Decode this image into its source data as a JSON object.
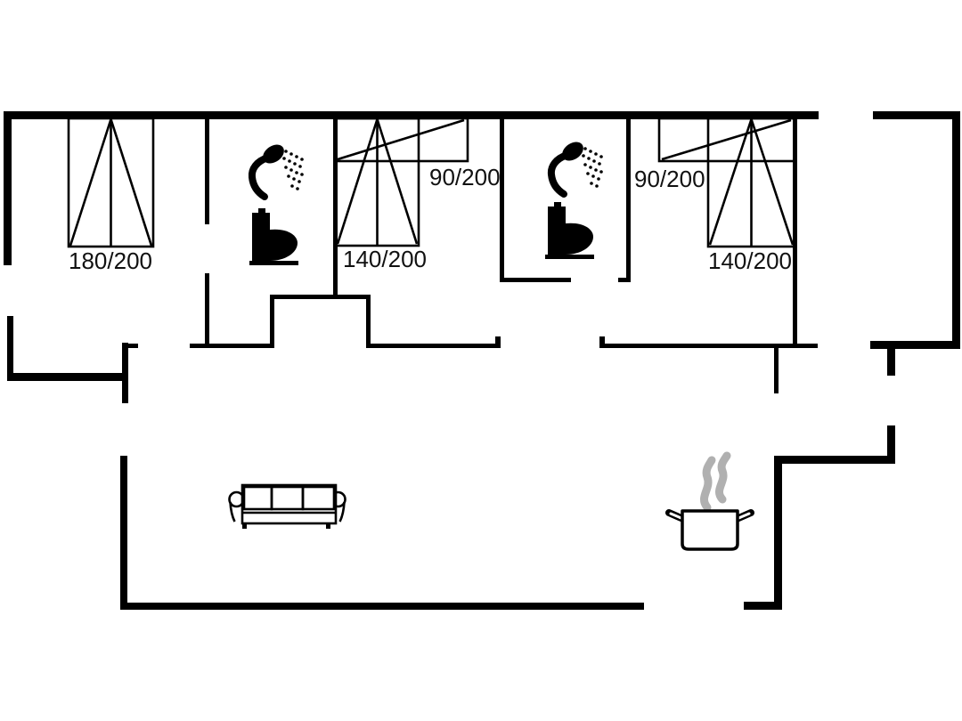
{
  "floorplan": {
    "description": "Holiday home floor plan, black line drawing on white",
    "colors": {
      "wall": "#000000",
      "background": "#ffffff",
      "steam": "#b0b0b0",
      "text": "#111111"
    },
    "beds": [
      {
        "room": "bedroom-left",
        "size": "180/200"
      },
      {
        "room": "bedroom-middle",
        "size": "140/200"
      },
      {
        "room": "bedroom-middle",
        "size": "90/200"
      },
      {
        "room": "bedroom-right",
        "size": "90/200"
      },
      {
        "room": "bedroom-right",
        "size": "140/200"
      }
    ],
    "fixtures": [
      "shower-icon",
      "toilet-icon",
      "shower-icon",
      "toilet-icon",
      "sofa-icon",
      "cooking-pot-icon",
      "steam-icon"
    ]
  }
}
